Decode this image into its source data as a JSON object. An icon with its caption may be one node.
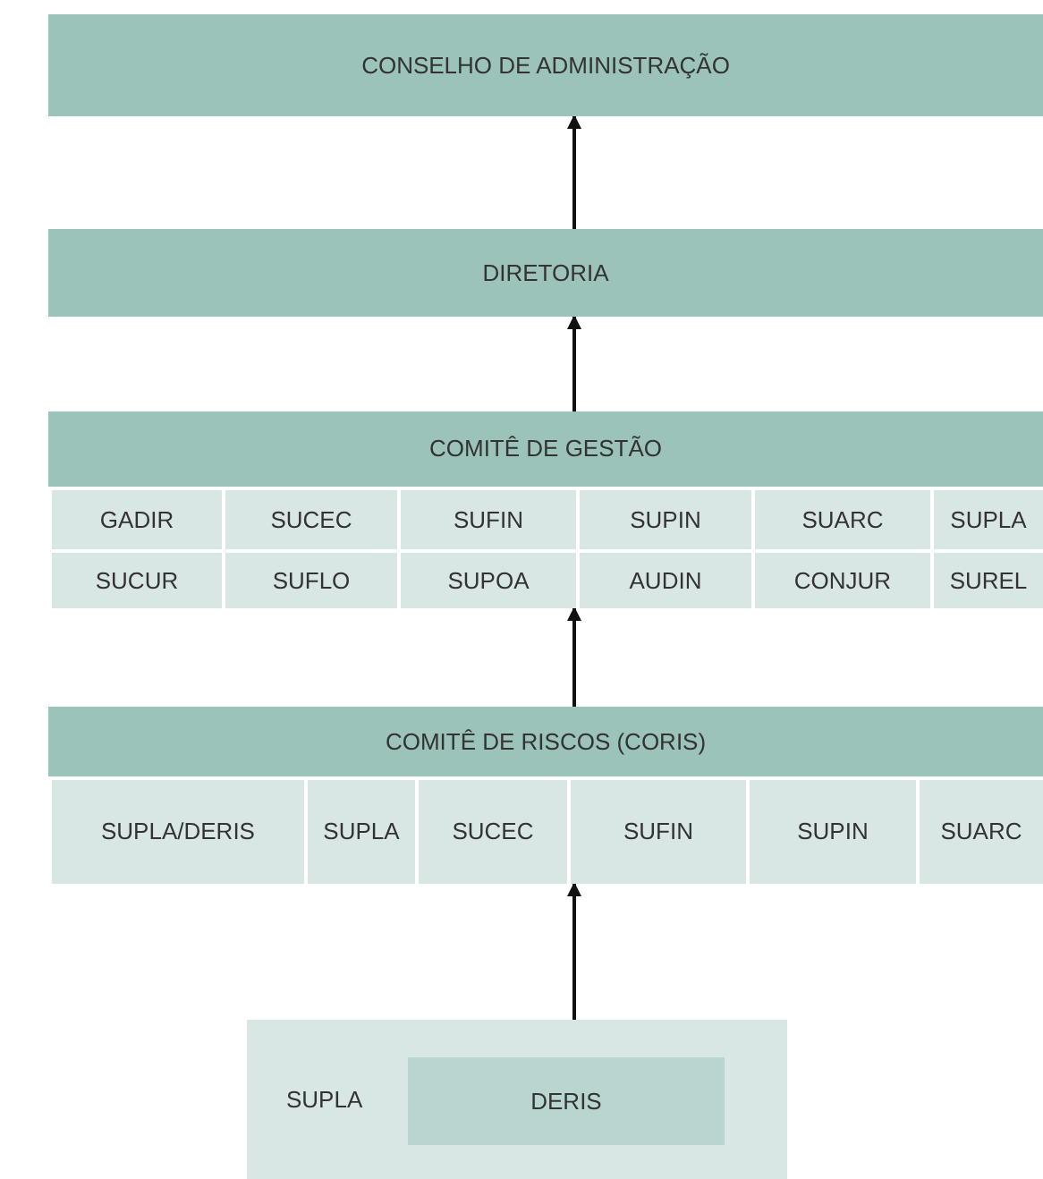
{
  "diagram": {
    "nodes": [
      {
        "text": [
          "CONSELHO DE ADMINISTRAÇÃO"
        ]
      },
      {
        "text": [
          "DIRETORIA"
        ]
      },
      {
        "text": [
          "COMITÊ DE GESTÃO"
        ]
      },
      {
        "text": [
          "GADIR"
        ],
        "in": 2
      },
      {
        "text": [
          "SUCEC"
        ],
        "in": 2
      },
      {
        "text": [
          "SUFIN"
        ],
        "in": 2
      },
      {
        "text": [
          "SUPIN"
        ],
        "in": 2
      },
      {
        "text": [
          "SUARC"
        ],
        "in": 2
      },
      {
        "text": [
          "SUPLA"
        ],
        "in": 2
      },
      {
        "text": [
          "SUCUR"
        ],
        "in": 2
      },
      {
        "text": [
          "SUFLO"
        ],
        "in": 2
      },
      {
        "text": [
          "SUPOA"
        ],
        "in": 2
      },
      {
        "text": [
          "AUDIN"
        ],
        "in": 2
      },
      {
        "text": [
          "CONJUR"
        ],
        "in": 2
      },
      {
        "text": [
          "SUREL"
        ],
        "in": 2
      },
      {
        "text": [
          "COMITÊ DE RISCOS (CORIS)"
        ]
      },
      {
        "text": [
          "SUPLA/DERIS"
        ],
        "in": 15
      },
      {
        "text": [
          "SUPLA"
        ],
        "in": 15
      },
      {
        "text": [
          "SUCEC"
        ],
        "in": 15
      },
      {
        "text": [
          "SUFIN"
        ],
        "in": 15
      },
      {
        "text": [
          "SUPIN"
        ],
        "in": 15
      },
      {
        "text": [
          "SUARC"
        ],
        "in": 15
      },
      {
        "text": [
          "SUPLA"
        ]
      },
      {
        "text": [
          "DERIS"
        ],
        "in": 22
      }
    ],
    "edges": [
      {
        "from": 1,
        "to": 0,
        "arrow": "to"
      },
      {
        "from": 2,
        "to": 1,
        "arrow": "to"
      },
      {
        "from": 15,
        "to": 2,
        "arrow": "to"
      },
      {
        "from": 22,
        "to": 15,
        "arrow": "to"
      }
    ]
  }
}
